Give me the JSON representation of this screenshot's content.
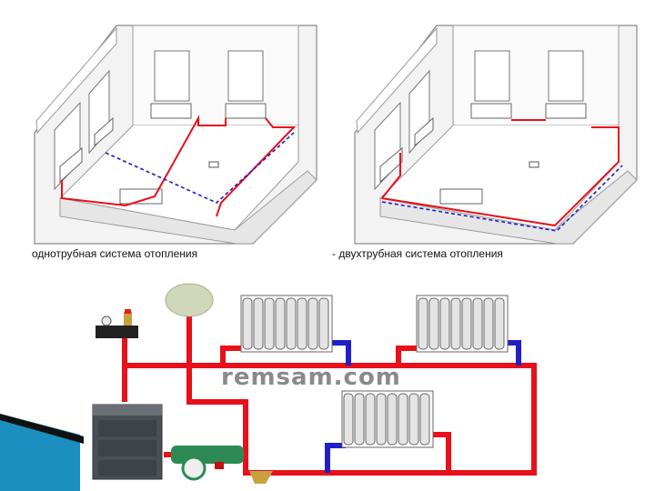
{
  "captions": {
    "single_pipe": "однотрубная система отопления",
    "two_pipe": "- двухтрубная система отопления"
  },
  "watermark": "remsam.com",
  "colors": {
    "supply": "#e8101a",
    "return": "#2020c8",
    "wall": "#8a8a8a",
    "accent": "#1a8fc0"
  }
}
